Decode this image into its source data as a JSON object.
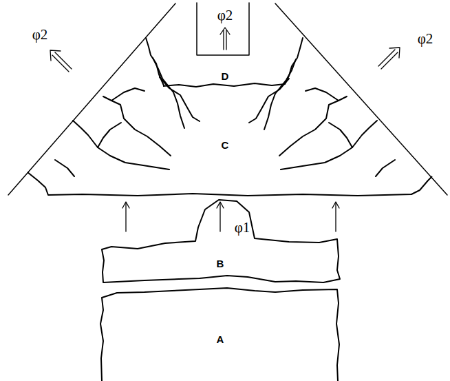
{
  "diagram": {
    "nodes": [
      {
        "text": [
          "D"
        ]
      },
      {
        "text": [
          "C"
        ]
      },
      {
        "text": [
          "B"
        ]
      },
      {
        "text": [
          "A"
        ]
      }
    ],
    "labels": [
      "φ2",
      "φ2",
      "φ2",
      "φ1"
    ]
  }
}
